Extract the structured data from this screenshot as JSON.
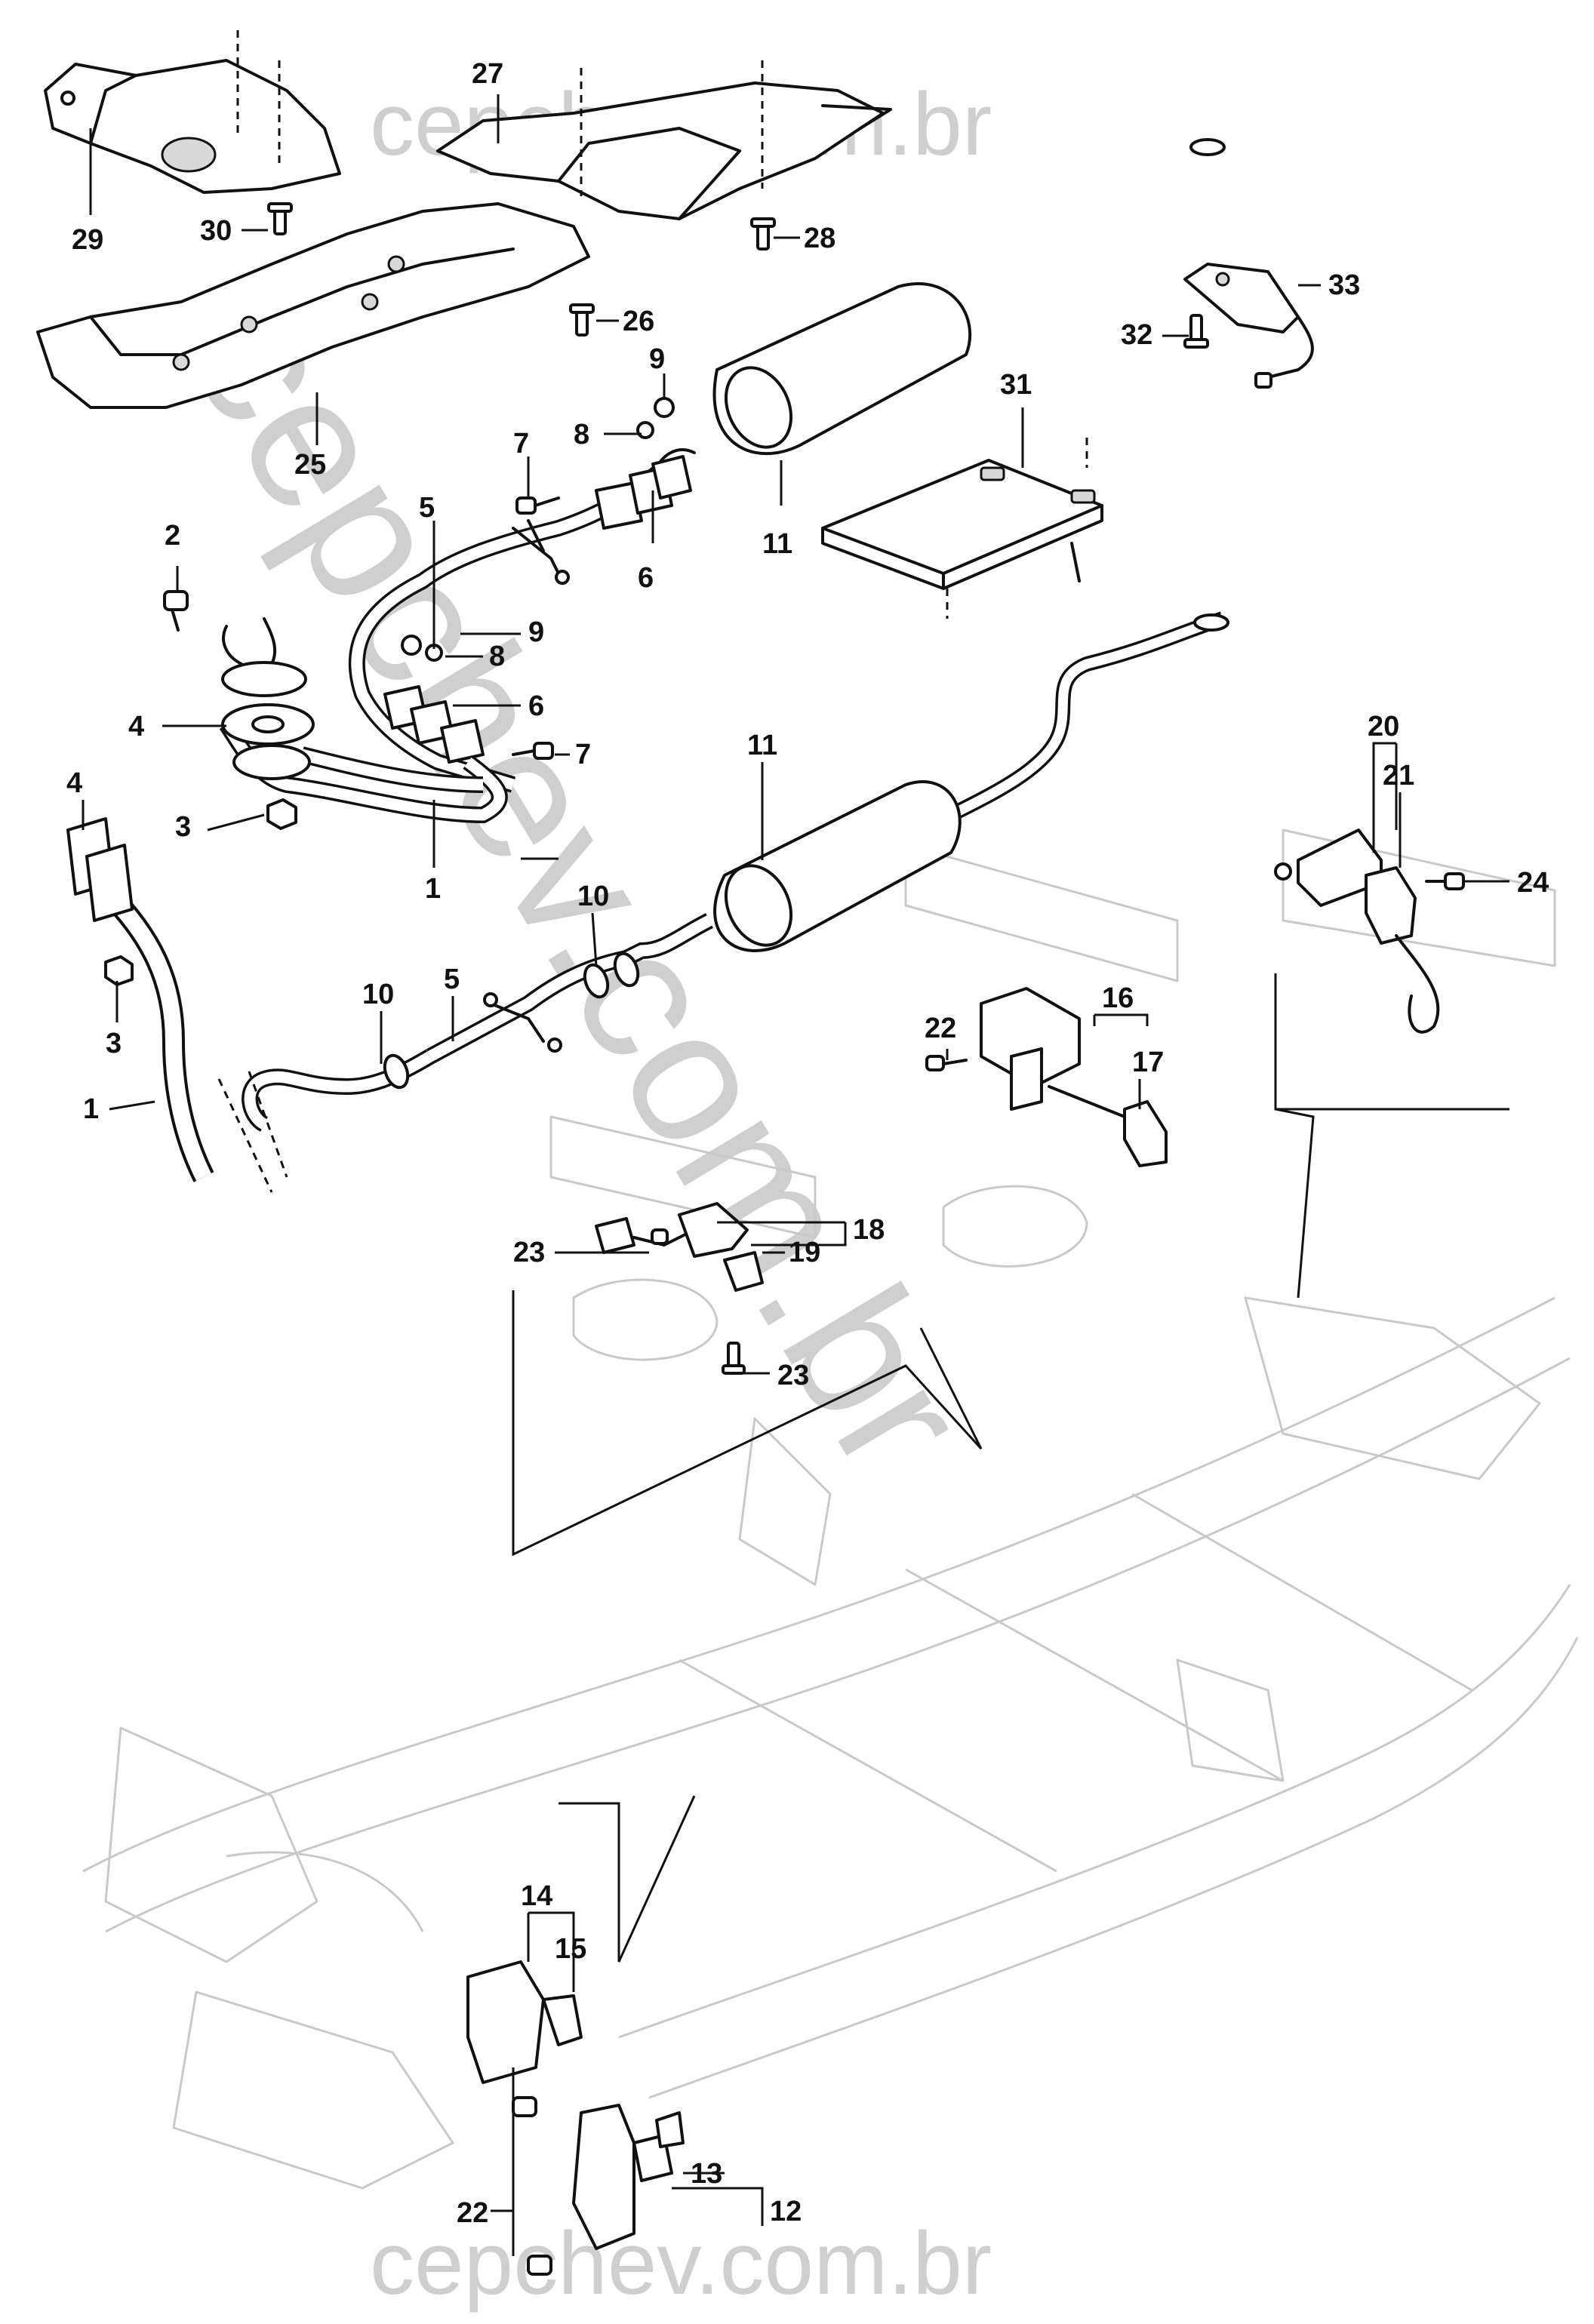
{
  "watermark": {
    "top": "cepchev.com.br",
    "diagonal": "cepchev.com.br",
    "bottom": "cepchev.com.br"
  },
  "callouts": {
    "c1a": "1",
    "c1b": "1",
    "c2": "2",
    "c3a": "3",
    "c3b": "3",
    "c4a": "4",
    "c4b": "4",
    "c5a": "5",
    "c5b": "5",
    "c6a": "6",
    "c6b": "6",
    "c7a": "7",
    "c7b": "7",
    "c8a": "8",
    "c8b": "8",
    "c9a": "9",
    "c9b": "9",
    "c10a": "10",
    "c10b": "10",
    "c11a": "11",
    "c11b": "11",
    "c12": "12",
    "c13": "13",
    "c14": "14",
    "c15": "15",
    "c16": "16",
    "c17": "17",
    "c18": "18",
    "c19": "19",
    "c20": "20",
    "c21": "21",
    "c22a": "22",
    "c22b": "22",
    "c23a": "23",
    "c23b": "23",
    "c24": "24",
    "c25": "25",
    "c26": "26",
    "c27": "27",
    "c28": "28",
    "c29": "29",
    "c30": "30",
    "c31": "31",
    "c32": "32",
    "c33": "33"
  }
}
